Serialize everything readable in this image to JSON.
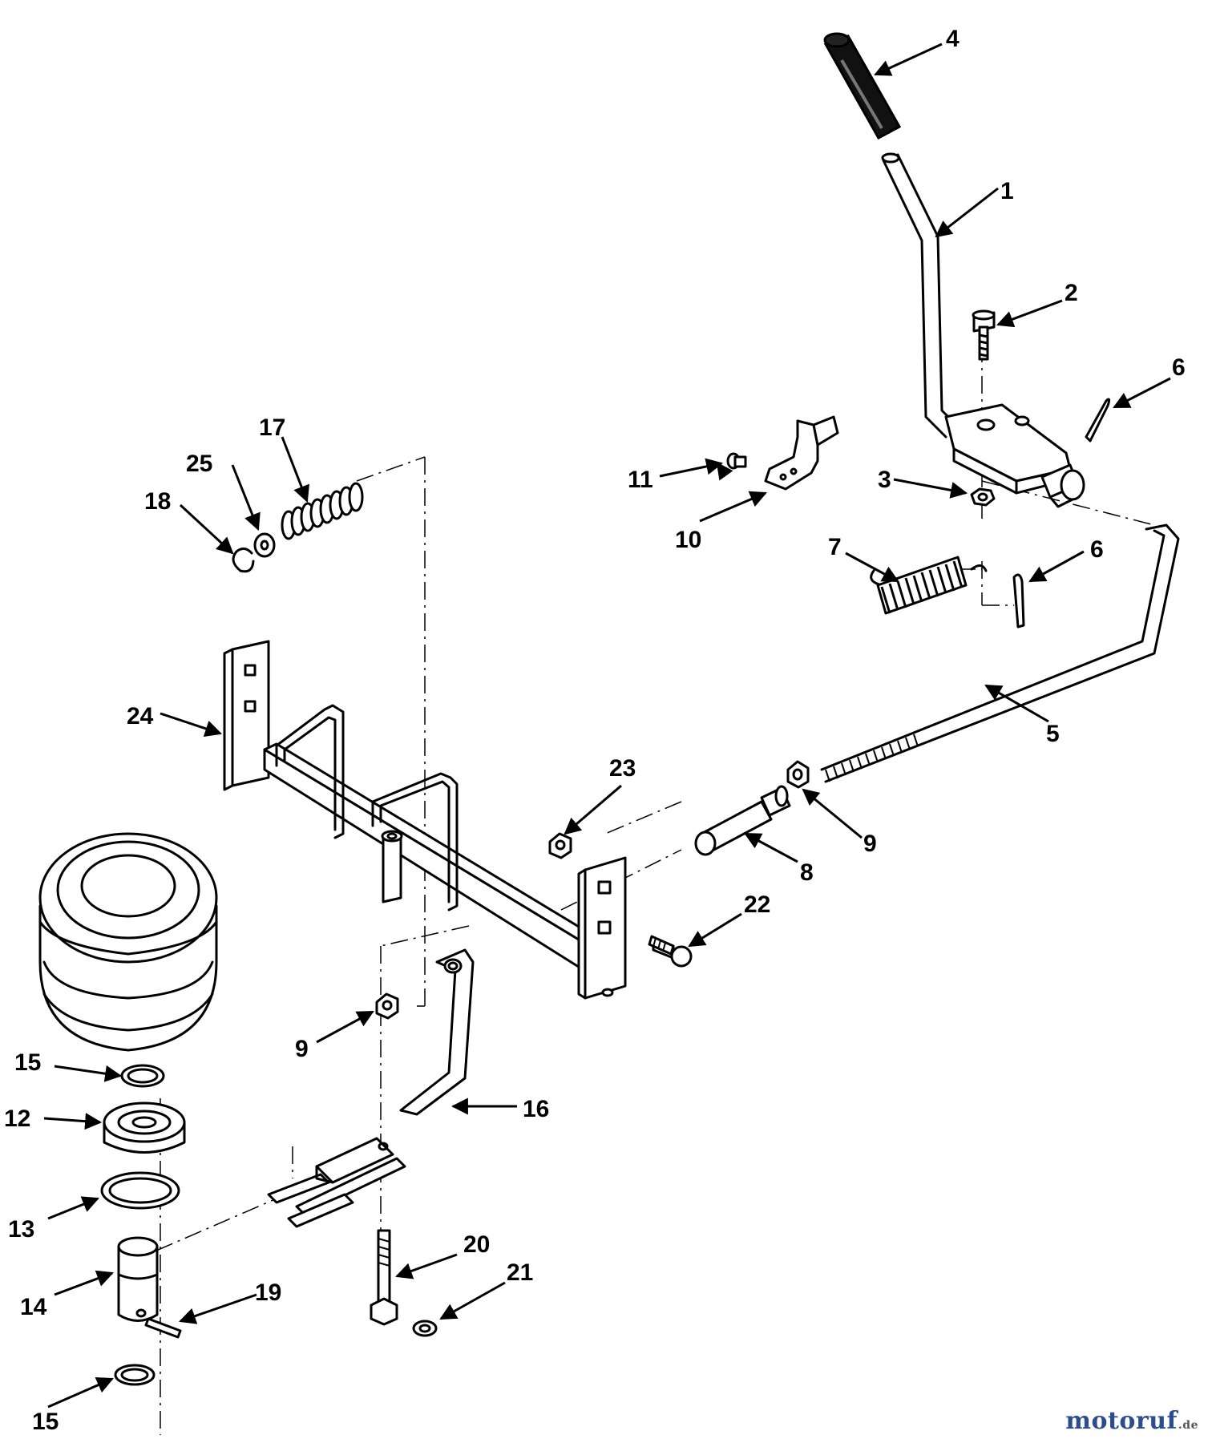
{
  "parts": [
    {
      "id": "p1",
      "label": "1"
    },
    {
      "id": "p2",
      "label": "2"
    },
    {
      "id": "p3",
      "label": "3"
    },
    {
      "id": "p4",
      "label": "4"
    },
    {
      "id": "p5",
      "label": "5"
    },
    {
      "id": "p6a",
      "label": "6"
    },
    {
      "id": "p6b",
      "label": "6"
    },
    {
      "id": "p7",
      "label": "7"
    },
    {
      "id": "p8",
      "label": "8"
    },
    {
      "id": "p9a",
      "label": "9"
    },
    {
      "id": "p9b",
      "label": "9"
    },
    {
      "id": "p10",
      "label": "10"
    },
    {
      "id": "p11",
      "label": "11"
    },
    {
      "id": "p12",
      "label": "12"
    },
    {
      "id": "p13",
      "label": "13"
    },
    {
      "id": "p14",
      "label": "14"
    },
    {
      "id": "p15a",
      "label": "15"
    },
    {
      "id": "p15b",
      "label": "15"
    },
    {
      "id": "p16",
      "label": "16"
    },
    {
      "id": "p17",
      "label": "17"
    },
    {
      "id": "p18",
      "label": "18"
    },
    {
      "id": "p19",
      "label": "19"
    },
    {
      "id": "p20",
      "label": "20"
    },
    {
      "id": "p21",
      "label": "21"
    },
    {
      "id": "p22",
      "label": "22"
    },
    {
      "id": "p23",
      "label": "23"
    },
    {
      "id": "p24",
      "label": "24"
    },
    {
      "id": "p25",
      "label": "25"
    }
  ],
  "watermark": {
    "text": "motoruf",
    "suffix": ".de",
    "color": "#2c4d8c"
  }
}
